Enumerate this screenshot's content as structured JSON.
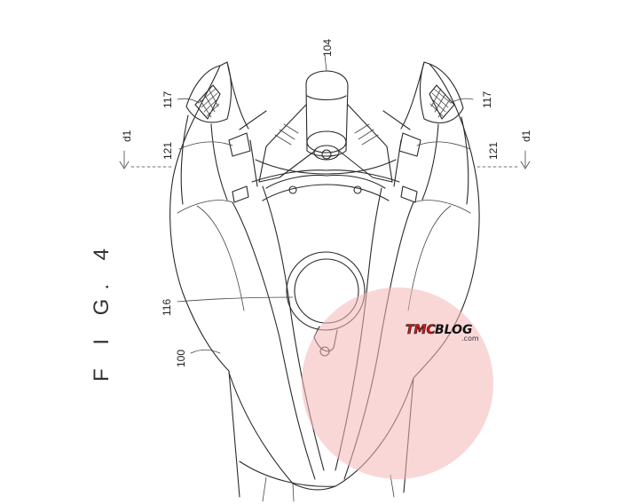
{
  "figure": {
    "title": "F I G. 4"
  },
  "labels": {
    "top_center": "104",
    "left_vent": "117",
    "right_vent": "117",
    "left_marker": "121",
    "right_marker": "121",
    "left_distance": "d1",
    "right_distance": "d1",
    "filler_cap": "116",
    "body": "100"
  },
  "watermark": {
    "part1": "TMC",
    "part2": "BLOG",
    "part3": ".com",
    "circle_color": "#f4b6b6",
    "logo_red": "#d21a1a"
  }
}
